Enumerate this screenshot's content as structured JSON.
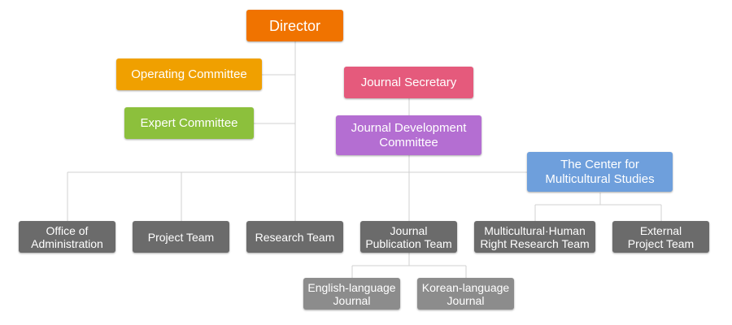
{
  "colors": {
    "director": "#f07300",
    "operating_committee": "#f0a000",
    "expert_committee": "#8cc03c",
    "journal_secretary": "#e55a7c",
    "journal_development": "#b46ed2",
    "center": "#6e9fdc",
    "team": "#6b6b6b",
    "journal": "#8c8c8c",
    "connector": "#d0d0d0"
  },
  "org": {
    "director": "Director",
    "operating_committee": "Operating Committee",
    "expert_committee": "Expert Committee",
    "journal_secretary": "Journal Secretary",
    "journal_development": "Journal Development\nCommittee",
    "center": "The Center for\nMulticultural Studies",
    "office": "Office of\nAdministration",
    "project_team": "Project Team",
    "research_team": "Research Team",
    "journal_publication": "Journal\nPublication Team",
    "multicultural_research": "Multicultural·Human\nRight Research Team",
    "external_project": "External\nProject Team",
    "english_journal": "English-language\nJournal",
    "korean_journal": "Korean-language\nJournal"
  }
}
